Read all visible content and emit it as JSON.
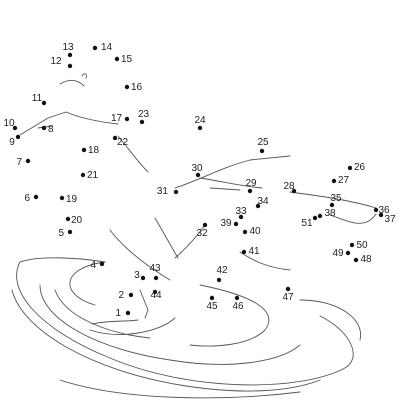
{
  "puzzle": {
    "dots": [
      {
        "label": "1"
      },
      {
        "label": "2"
      },
      {
        "label": "3"
      },
      {
        "label": "4"
      },
      {
        "label": "5"
      },
      {
        "label": "6"
      },
      {
        "label": "7"
      },
      {
        "label": "8"
      },
      {
        "label": "9"
      },
      {
        "label": "10"
      },
      {
        "label": "11"
      },
      {
        "label": "12"
      },
      {
        "label": "13"
      },
      {
        "label": "14"
      },
      {
        "label": "15"
      },
      {
        "label": "16"
      },
      {
        "label": "17"
      },
      {
        "label": "18"
      },
      {
        "label": "19"
      },
      {
        "label": "20"
      },
      {
        "label": "21"
      },
      {
        "label": "22"
      },
      {
        "label": "23"
      },
      {
        "label": "24"
      },
      {
        "label": "25"
      },
      {
        "label": "26"
      },
      {
        "label": "27"
      },
      {
        "label": "28"
      },
      {
        "label": "29"
      },
      {
        "label": "30"
      },
      {
        "label": "31"
      },
      {
        "label": "32"
      },
      {
        "label": "33"
      },
      {
        "label": "34"
      },
      {
        "label": "35"
      },
      {
        "label": "36"
      },
      {
        "label": "37"
      },
      {
        "label": "38"
      },
      {
        "label": "39"
      },
      {
        "label": "40"
      },
      {
        "label": "41"
      },
      {
        "label": "42"
      },
      {
        "label": "43"
      },
      {
        "label": "44"
      },
      {
        "label": "45"
      },
      {
        "label": "46"
      },
      {
        "label": "47"
      },
      {
        "label": "48"
      },
      {
        "label": "49"
      },
      {
        "label": "50"
      },
      {
        "label": "51"
      }
    ]
  }
}
